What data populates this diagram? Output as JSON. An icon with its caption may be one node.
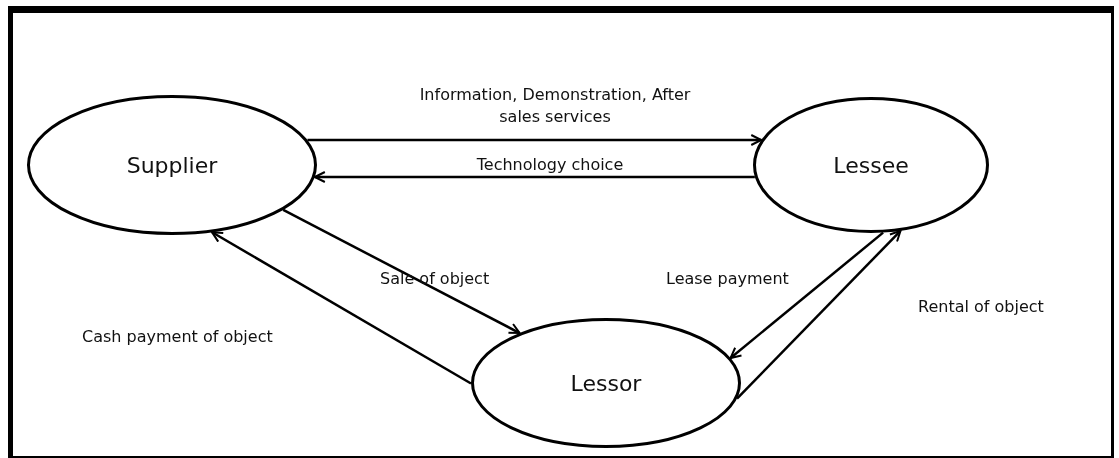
{
  "diagram": {
    "nodes": [
      {
        "text": [
          "Supplier"
        ]
      },
      {
        "text": [
          "Lessee"
        ]
      },
      {
        "text": [
          "Lessor"
        ]
      }
    ],
    "edges": [
      {
        "from": 0,
        "to": 1,
        "arrow": "to",
        "label": "Information, Demonstration, After sales services"
      },
      {
        "from": 1,
        "to": 0,
        "arrow": "to",
        "label": "Technology choice"
      },
      {
        "from": 0,
        "to": 2,
        "arrow": "to",
        "label": "Sale of object"
      },
      {
        "from": 2,
        "to": 0,
        "arrow": "to",
        "label": "Cash payment of object"
      },
      {
        "from": 1,
        "to": 2,
        "arrow": "to",
        "label": "Lease payment"
      },
      {
        "from": 2,
        "to": 1,
        "arrow": "to",
        "label": "Rental of object"
      }
    ]
  }
}
